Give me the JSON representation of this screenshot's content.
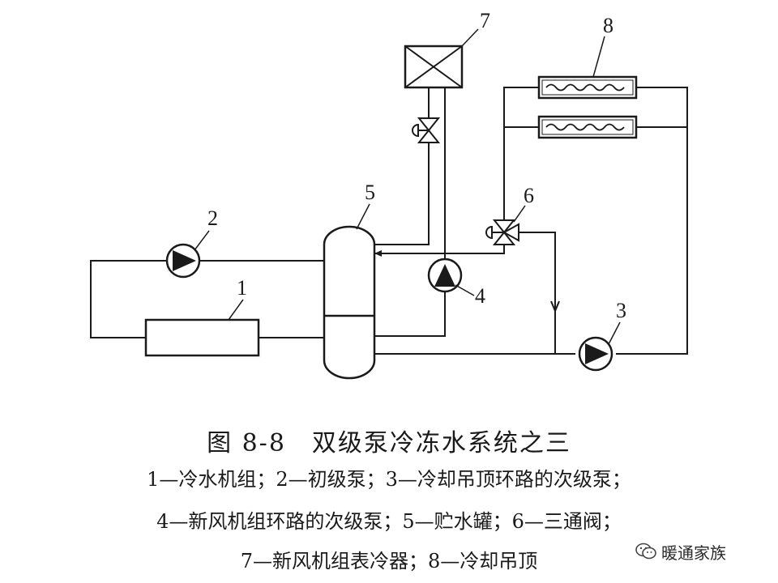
{
  "figure": {
    "labels": {
      "chiller": "1",
      "primary_pump": "2",
      "ceiling_pump": "3",
      "ahu_pump": "4",
      "tank": "5",
      "three_way_valve": "6",
      "ahu_coil": "7",
      "cooling_ceiling": "8"
    },
    "title": "图 8-8　双级泵冷冻水系统之三",
    "legend_lines": [
      "1—冷水机组；2—初级泵；3—冷却吊顶环路的次级泵；",
      "4—新风机组环路的次级泵；5—贮水罐；6—三通阀；",
      "7—新风机组表冷器；8—冷却吊顶"
    ]
  },
  "watermark": {
    "text": "暖通家族",
    "icon": "wechat-icon"
  },
  "colors": {
    "ink": "#1a1a1a",
    "background": "#ffffff"
  }
}
